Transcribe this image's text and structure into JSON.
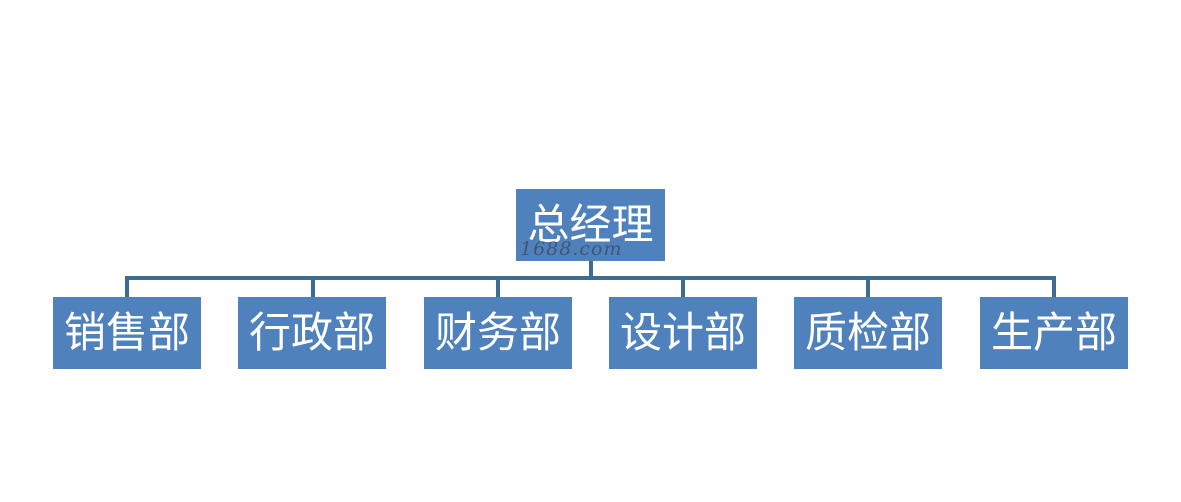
{
  "root": {
    "label": "总经理"
  },
  "watermark": {
    "text": "1688.com"
  },
  "departments": [
    {
      "label": "销售部"
    },
    {
      "label": "行政部"
    },
    {
      "label": "财务部"
    },
    {
      "label": "设计部"
    },
    {
      "label": "质检部"
    },
    {
      "label": "生产部"
    }
  ],
  "colors": {
    "node_fill": "#4f81bd",
    "node_text": "#ffffff",
    "connector": "#3e6b94"
  }
}
